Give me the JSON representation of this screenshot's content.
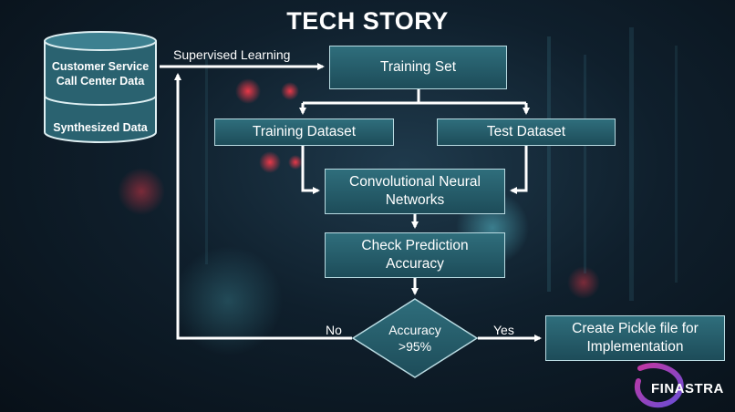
{
  "title": "TECH STORY",
  "data_source": {
    "top_label_line1": "Customer Service",
    "top_label_line2": "Call Center Data",
    "bottom_label": "Synthesized Data"
  },
  "edges": {
    "supervised": "Supervised Learning",
    "no": "No",
    "yes": "Yes"
  },
  "nodes": {
    "training_set": "Training Set",
    "training_dataset": "Training Dataset",
    "test_dataset": "Test Dataset",
    "cnn_line1": "Convolutional Neural",
    "cnn_line2": "Networks",
    "check_line1": "Check Prediction",
    "check_line2": "Accuracy",
    "decision_line1": "Accuracy",
    "decision_line2": ">95%",
    "pickle_line1": "Create Pickle file for",
    "pickle_line2": "Implementation"
  },
  "logo": {
    "text": "FINASTRA"
  },
  "colors": {
    "box_fill": "#2a6270",
    "box_border": "#b9dbe2",
    "arrow": "#ffffff"
  }
}
